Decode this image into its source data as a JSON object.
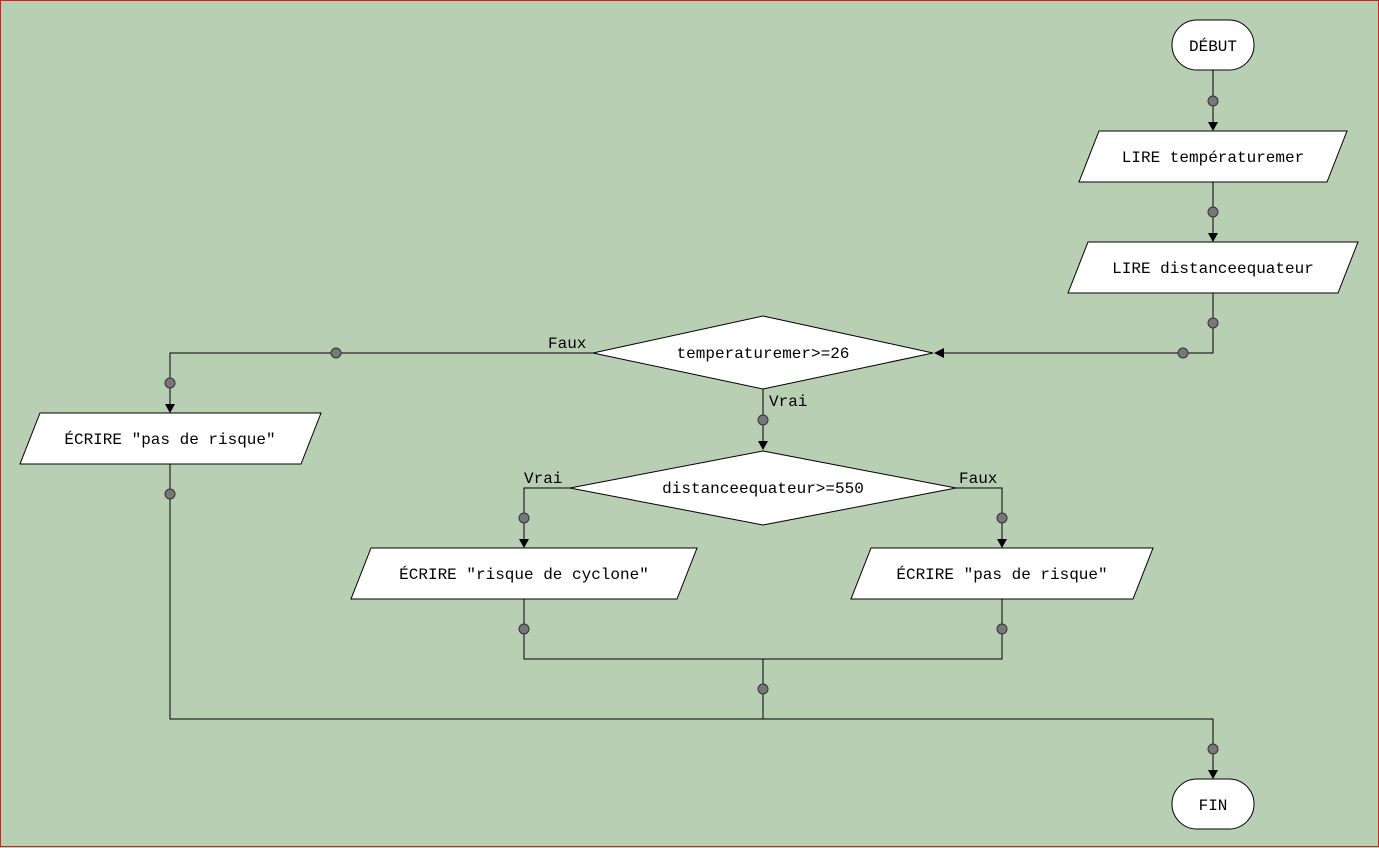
{
  "flowchart": {
    "start_label": "DÉBUT",
    "end_label": "FIN",
    "read_temperature": "LIRE températuremer",
    "read_distance": "LIRE distanceequateur",
    "decision_temperature": "temperaturemer>=26",
    "decision_distance": "distanceequateur>=550",
    "write_no_risk_left": "ÉCRIRE \"pas de risque\"",
    "write_cyclone_risk": "ÉCRIRE \"risque de cyclone\"",
    "write_no_risk_right": "ÉCRIRE \"pas de risque\"",
    "temperature_false_label": "Faux",
    "temperature_true_label": "Vrai",
    "distance_true_label": "Vrai",
    "distance_false_label": "Faux"
  },
  "colors": {
    "background": "#b8cfb3",
    "shape_fill": "#ffffff",
    "connector_dot": "#777777",
    "border": "#cc2222"
  }
}
